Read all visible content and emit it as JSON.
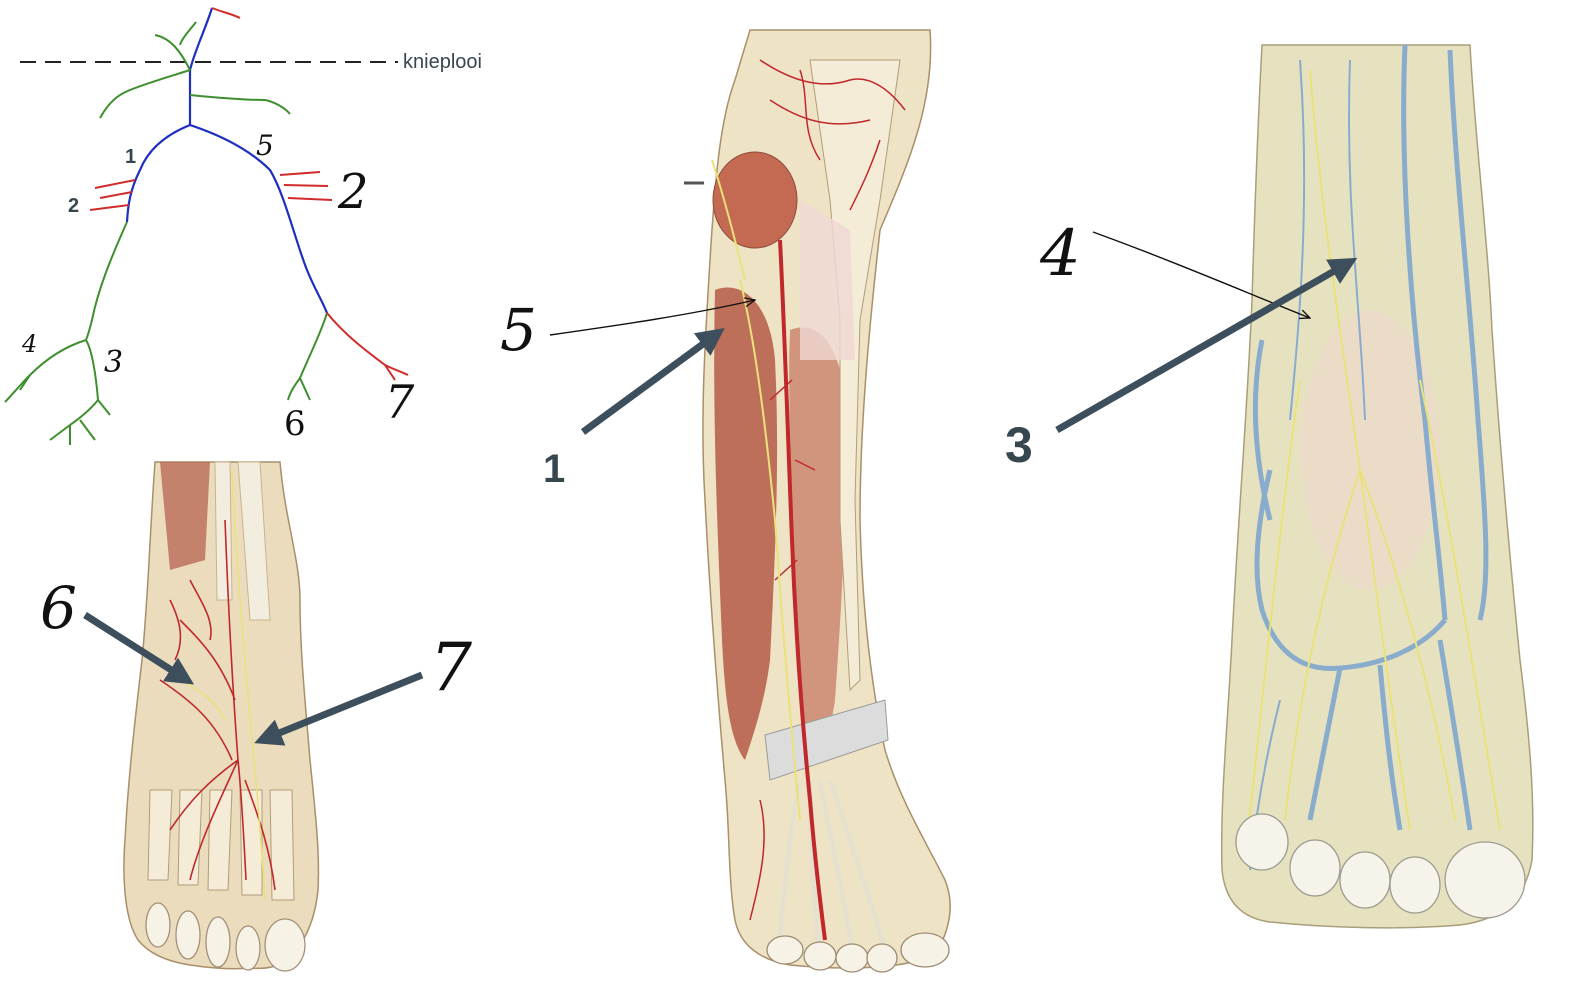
{
  "schema": {
    "knee_crease_label": "knieplooi",
    "branch_labels": {
      "left_1": "1",
      "left_2": "2",
      "left_4": "4",
      "left_3": "3",
      "right_5": "5",
      "right_2": "2",
      "right_6": "6",
      "right_7": "7"
    },
    "colors": {
      "trunk_nerve": "#1f2fbf",
      "sensory_branch": "#3f8f2f",
      "vessel_branch": "#d22b2b"
    }
  },
  "figures": {
    "dorsal_foot": {
      "labels": {
        "six": "6",
        "seven": "7"
      }
    },
    "anterior_leg": {
      "labels": {
        "five": "5",
        "one": "1"
      }
    },
    "dorsal_foot_veins": {
      "labels": {
        "four": "4",
        "three": "3"
      }
    }
  },
  "colors": {
    "arrow": "#3d4f5c",
    "artery": "#c0282b",
    "muscle": "#b55a45",
    "tendon": "#e9dcc0",
    "bone": "#f1e8cf",
    "vein": "#8aaccc",
    "nerve": "#e9e27a"
  }
}
